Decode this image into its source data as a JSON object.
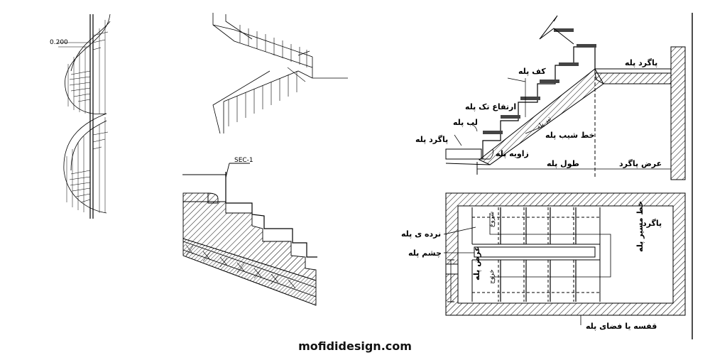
{
  "spiral": {
    "dimension": "0.200"
  },
  "section_note": "SEC-1",
  "side_labels": {
    "landing": "پاگرد پله",
    "tread": "کف پله",
    "riser_height": "ارتفاع تک پله",
    "nosing": "لب پله",
    "slope_line": "خط شیب پله",
    "landing_left": "پاگرد پله",
    "angle": "زاویه پله",
    "stair_length": "طول پله",
    "landing_width": "عرض پاگرد",
    "stringer": "تیر پله"
  },
  "plan_labels": {
    "landing": "پاگرد",
    "railing": "نرده ی پله",
    "well": "چشم پله",
    "stair_width": "عرض پله",
    "travel_line": "خط مسیر پله",
    "up": "شروع",
    "down": "خروج",
    "shaft": "قفسه یا فضای پله"
  },
  "watermark": "mofididesign.com"
}
